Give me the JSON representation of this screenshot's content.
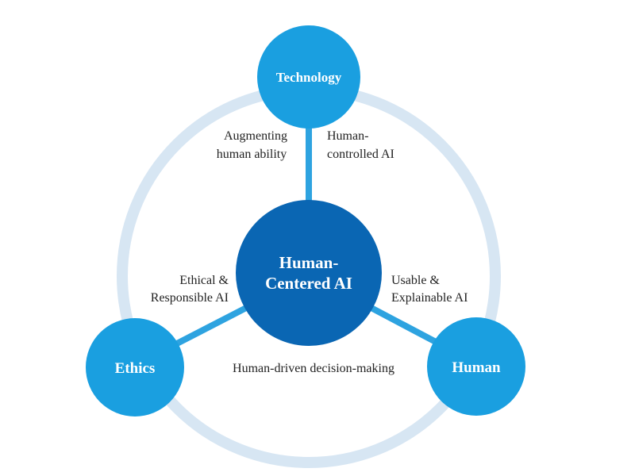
{
  "diagram": {
    "center": {
      "line1": "Human-",
      "line2": "Centered AI"
    },
    "nodes": {
      "technology": "Technology",
      "ethics": "Ethics",
      "human": "Human"
    },
    "edge_labels": {
      "augmenting": [
        "Augmenting",
        "human ability"
      ],
      "controlled": [
        "Human-",
        "controlled AI"
      ],
      "ethical": [
        "Ethical &",
        "Responsible AI"
      ],
      "usable": [
        "Usable &",
        "Explainable AI"
      ],
      "decision": "Human-driven decision-making"
    },
    "colors": {
      "outer_ring": "#d7e6f3",
      "spoke": "#2ea3e0",
      "node": "#1a9fe0",
      "center": "#0a66b3",
      "text": "#222222"
    }
  }
}
